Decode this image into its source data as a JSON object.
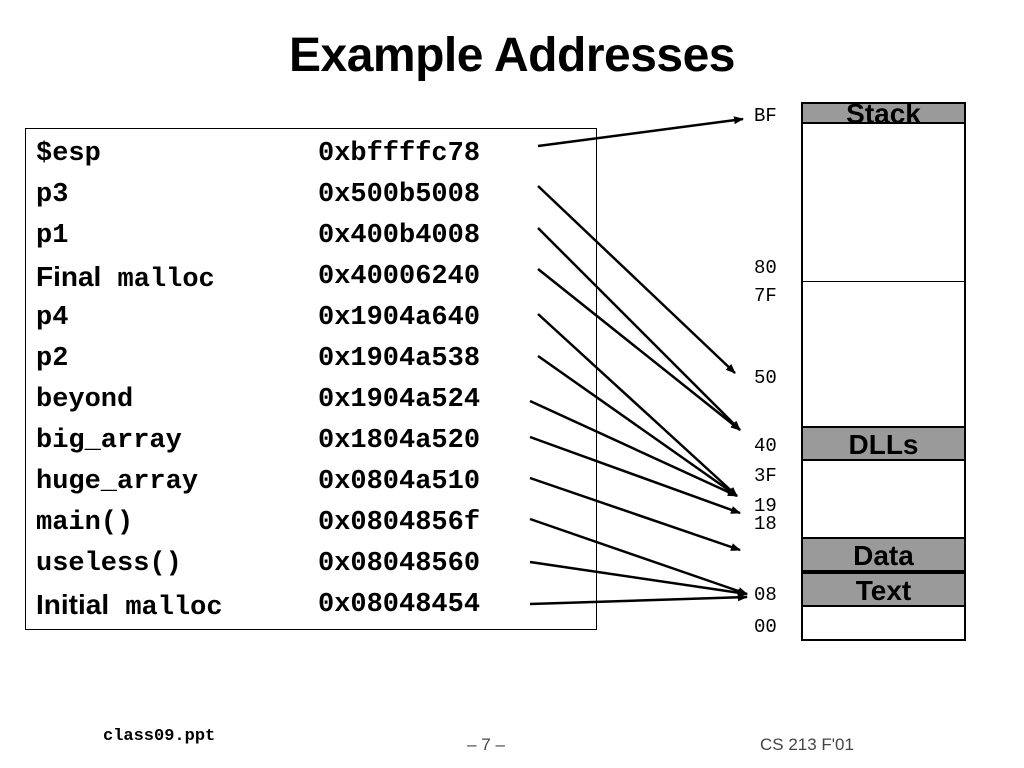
{
  "title": "Example Addresses",
  "rows": [
    {
      "name": "$esp",
      "name_mono": "",
      "value": "0xbffffc78"
    },
    {
      "name": "p3",
      "name_mono": "",
      "value": "0x500b5008"
    },
    {
      "name": "p1",
      "name_mono": "",
      "value": "0x400b4008"
    },
    {
      "name": "Final",
      "name_mono": "malloc",
      "value": "0x40006240"
    },
    {
      "name": "p4",
      "name_mono": "",
      "value": "0x1904a640"
    },
    {
      "name": "p2",
      "name_mono": "",
      "value": "0x1904a538"
    },
    {
      "name": "beyond",
      "name_mono": "",
      "value": "0x1904a524"
    },
    {
      "name": "big_array",
      "name_mono": "",
      "value": "0x1804a520"
    },
    {
      "name": "huge_array",
      "name_mono": "",
      "value": "0x0804a510"
    },
    {
      "name": "main()",
      "name_mono": "",
      "value": "0x0804856f"
    },
    {
      "name": "useless()",
      "name_mono": "",
      "value": "0x08048560"
    },
    {
      "name": "Initial",
      "name_mono": "malloc",
      "value": "0x08048454"
    }
  ],
  "addresses": {
    "bf": "BF",
    "a80": "80",
    "a7f": "7F",
    "a50": "50",
    "a40": "40",
    "a3f": "3F",
    "a19": "19",
    "a18": "18",
    "a08": "08",
    "a00": "00"
  },
  "segments": {
    "stack": "Stack",
    "dlls": "DLLs",
    "data": "Data",
    "text": "Text"
  },
  "footer": {
    "file": "class09.ppt",
    "page": "– 7 –",
    "course": "CS 213 F'01"
  }
}
